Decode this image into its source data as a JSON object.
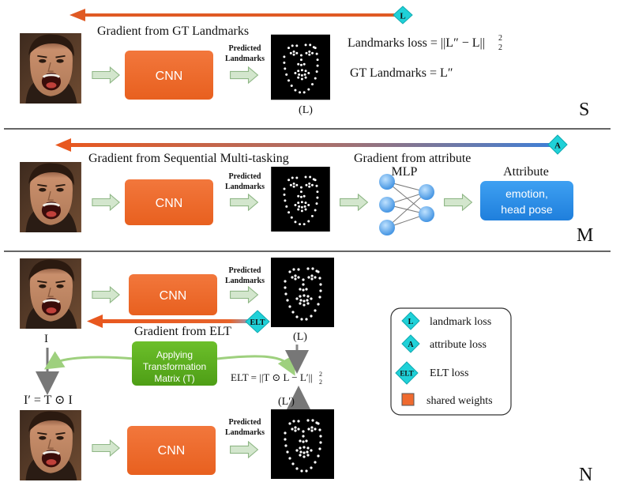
{
  "panel_s": {
    "gradient_label": "Gradient from GT Landmarks",
    "cnn_label": "CNN",
    "predicted_line1": "Predicted",
    "predicted_line2": "Landmarks",
    "landmark_caption": "(L)",
    "loss_formula": "Landmarks loss = ||L″ − L||",
    "loss_sup": "2",
    "loss_sub": "2",
    "gt_formula": "GT Landmarks = L″",
    "badge": "L",
    "section_letter": "S"
  },
  "panel_m": {
    "gradient_seq_label": "Gradient from Sequential Multi-tasking",
    "gradient_attr_label": "Gradient from attribute",
    "cnn_label": "CNN",
    "predicted_line1": "Predicted",
    "predicted_line2": "Landmarks",
    "mlp_label": "MLP",
    "attribute_title": "Attribute",
    "attribute_line1": "emotion,",
    "attribute_line2": "head pose",
    "badge": "A",
    "section_letter": "M"
  },
  "panel_n": {
    "cnn_label": "CNN",
    "predicted_line1": "Predicted",
    "predicted_line2": "Landmarks",
    "gradient_label": "Gradient from ELT",
    "badge": "ELT",
    "landmark_caption_top": "(L)",
    "landmark_caption_bottom": "(L′)",
    "input_label": "I",
    "transformed_label": "I′ = T ⊙ I",
    "transform_line1": "Applying",
    "transform_line2": "Transformation",
    "transform_line3": "Matrix (T)",
    "elt_formula": "ELT = ||T ⊙ L − L′||",
    "elt_sup": "2",
    "elt_sub": "2",
    "section_letter": "N"
  },
  "legend": {
    "items": [
      {
        "badge": "L",
        "label": "landmark loss"
      },
      {
        "badge": "A",
        "label": "attribute loss"
      },
      {
        "badge": "ELT",
        "label": "ELT loss"
      },
      {
        "badge": "",
        "label": "shared weights"
      }
    ]
  },
  "colors": {
    "cnn_orange": "#ef6a2f",
    "badge_cyan": "#1fd1d8",
    "attr_blue": "#2f8fe8",
    "transform_green": "#5aae1e",
    "arrow_green": "#a9cca3",
    "gradient_arrow": "#e05a24"
  }
}
